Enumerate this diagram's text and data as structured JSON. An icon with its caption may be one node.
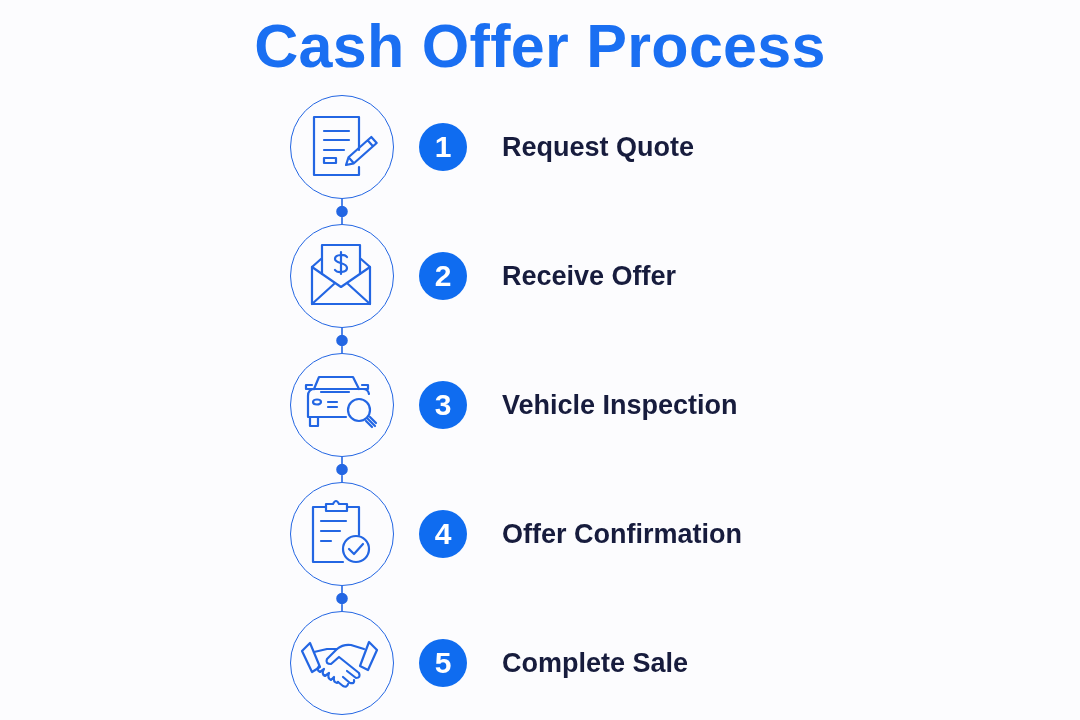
{
  "diagram": {
    "title": "Cash Offer Process",
    "nodes": [
      {
        "text": [],
        "shape": "circle"
      },
      {
        "text": [
          "1"
        ],
        "beside": [
          "Request Quote"
        ]
      },
      {
        "text": [],
        "shape": "circle"
      },
      {
        "text": [
          "2"
        ],
        "beside": [
          "Receive Offer"
        ]
      },
      {
        "text": [],
        "shape": "circle"
      },
      {
        "text": [
          "3"
        ],
        "beside": [
          "Vehicle Inspection"
        ]
      },
      {
        "text": [],
        "shape": "circle"
      },
      {
        "text": [
          "4"
        ],
        "beside": [
          "Offer Confirmation"
        ]
      },
      {
        "text": [],
        "shape": "circle"
      },
      {
        "text": [
          "5"
        ],
        "beside": [
          "Complete Sale"
        ]
      }
    ],
    "edges": [
      {
        "from": 0,
        "to": 2,
        "arrow": "none"
      },
      {
        "from": 2,
        "to": 4,
        "arrow": "none"
      },
      {
        "from": 4,
        "to": 6,
        "arrow": "none"
      },
      {
        "from": 6,
        "to": 8,
        "arrow": "none"
      }
    ]
  }
}
